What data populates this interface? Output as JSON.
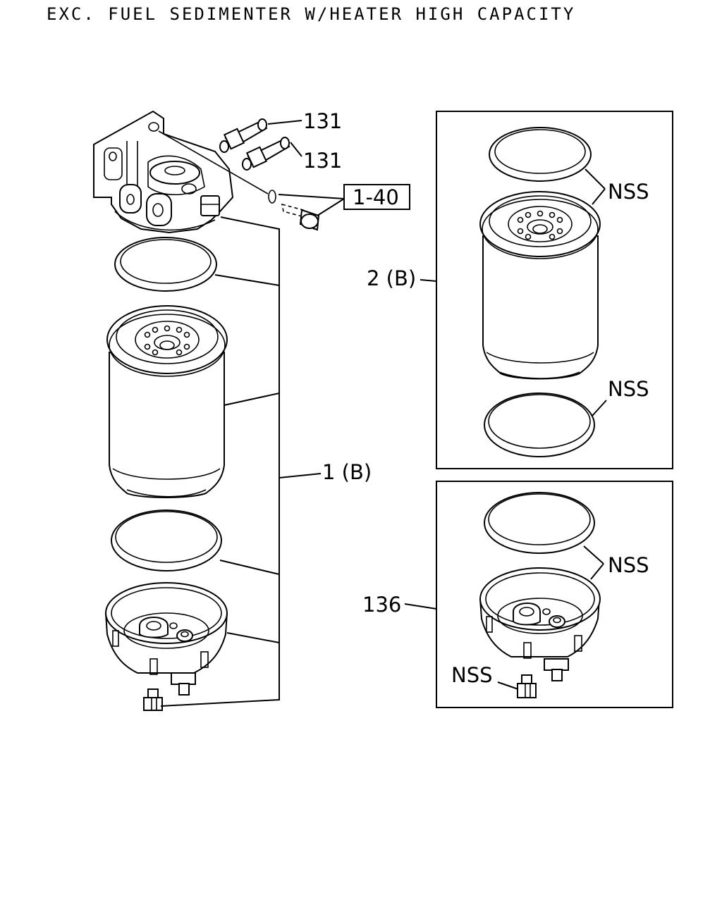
{
  "title": "EXC. FUEL SEDIMENTER W/HEATER HIGH CAPACITY",
  "callouts": {
    "hose_fitting_upper": "131",
    "hose_fitting_lower": "131",
    "bolt_ref": "1-40",
    "assembly_main": "1 (B)",
    "element_kit": "2 (B)",
    "bowl_kit": "136",
    "nss_element_top": "NSS",
    "nss_element_bottom": "NSS",
    "nss_bowl_ring": "NSS",
    "nss_bowl_drain": "NSS"
  }
}
